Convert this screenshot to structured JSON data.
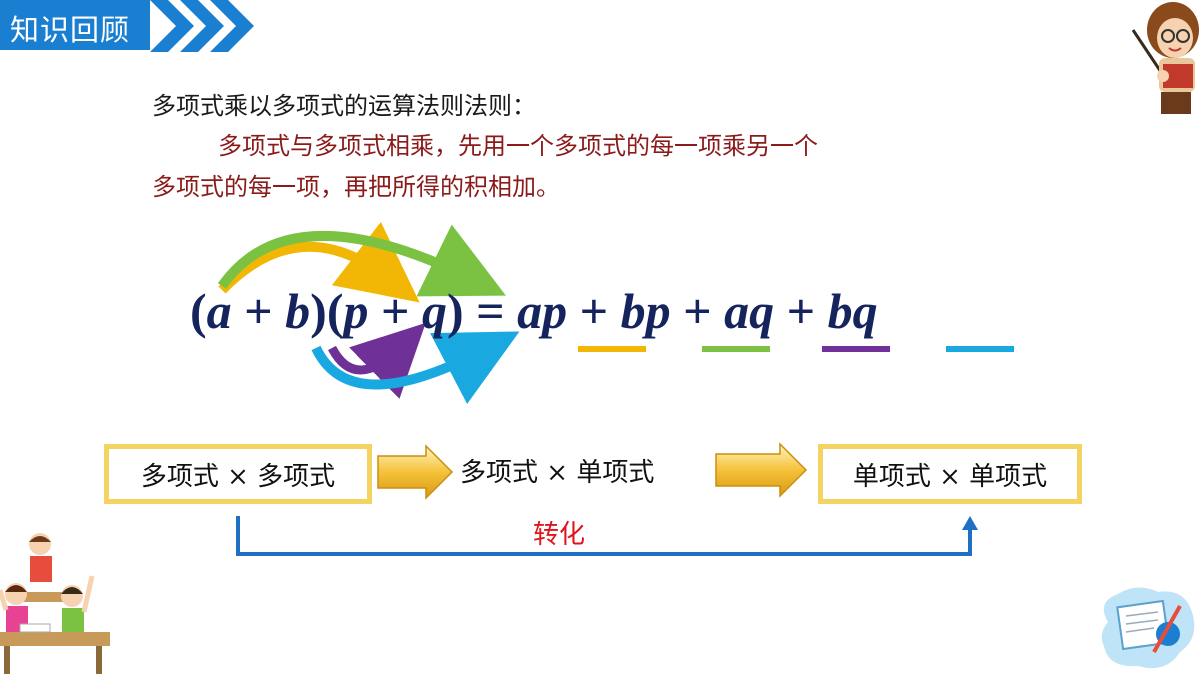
{
  "header": {
    "title": "知识回顾"
  },
  "rule": {
    "heading": "多项式乘以多项式的运算法则法则：",
    "line1": "多项式与多项式相乘，先用一个多项式的每一项乘另一个",
    "line2": "多项式的每一项，再把所得的积相加。"
  },
  "formula": {
    "open1": "(",
    "a": "a",
    "plus1": " + ",
    "b": "b",
    "close1": ")",
    "open2": "(",
    "p": "p",
    "plus2": " + ",
    "q": "q",
    "close2": ")",
    "eq": " = ",
    "t1": "ap",
    "plus3": " + ",
    "t2": "bp",
    "plus4": " + ",
    "t3": "aq",
    "plus5": " + ",
    "t4": "bq"
  },
  "flow": {
    "left_box": "多项式 × 多项式",
    "middle": "多项式 × 单项式",
    "right_box": "单项式 × 单项式",
    "convert": "转化"
  },
  "colors": {
    "header_blue": "#1a7fd1",
    "formula_navy": "#16245e",
    "ap_underline": "#f2b705",
    "bp_underline": "#7cc242",
    "aq_underline": "#6f3198",
    "bq_underline": "#1aa8e0",
    "box_border": "#f3d462",
    "convert_red": "#e0141e",
    "connector_blue": "#1f6fc4"
  }
}
